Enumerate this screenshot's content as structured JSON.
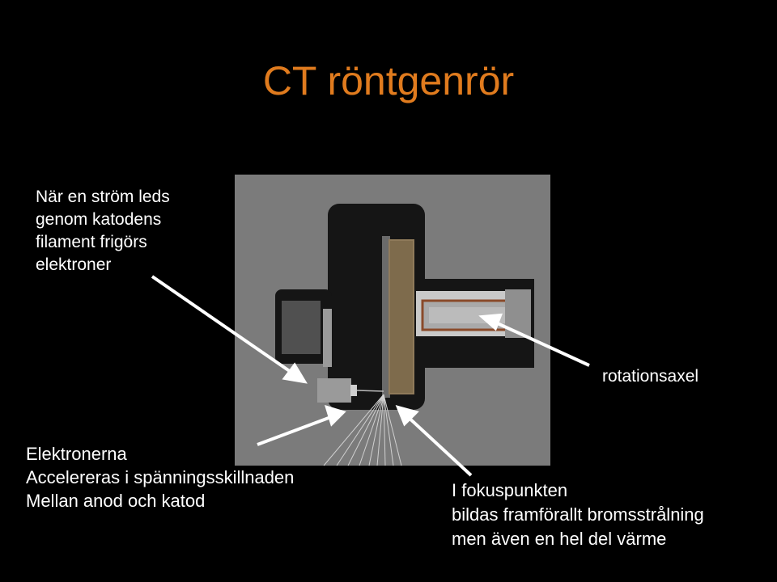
{
  "slide": {
    "title": "CT röntgenrör",
    "colors": {
      "title": "#E07B1E",
      "background": "#000000",
      "text": "#FFFFFF"
    }
  },
  "labels": {
    "cathode": [
      "När en ström leds",
      "genom katodens",
      "filament frigörs",
      "elektroner"
    ],
    "rotation_axis": "rotationsaxel",
    "electrons": [
      "Elektronerna",
      "Accelereras i spänningsskillnaden",
      "Mellan anod och katod"
    ],
    "focal_spot": [
      "I fokuspunkten",
      "bildas framförallt bromsstrålning",
      "men även en hel del värme"
    ]
  }
}
